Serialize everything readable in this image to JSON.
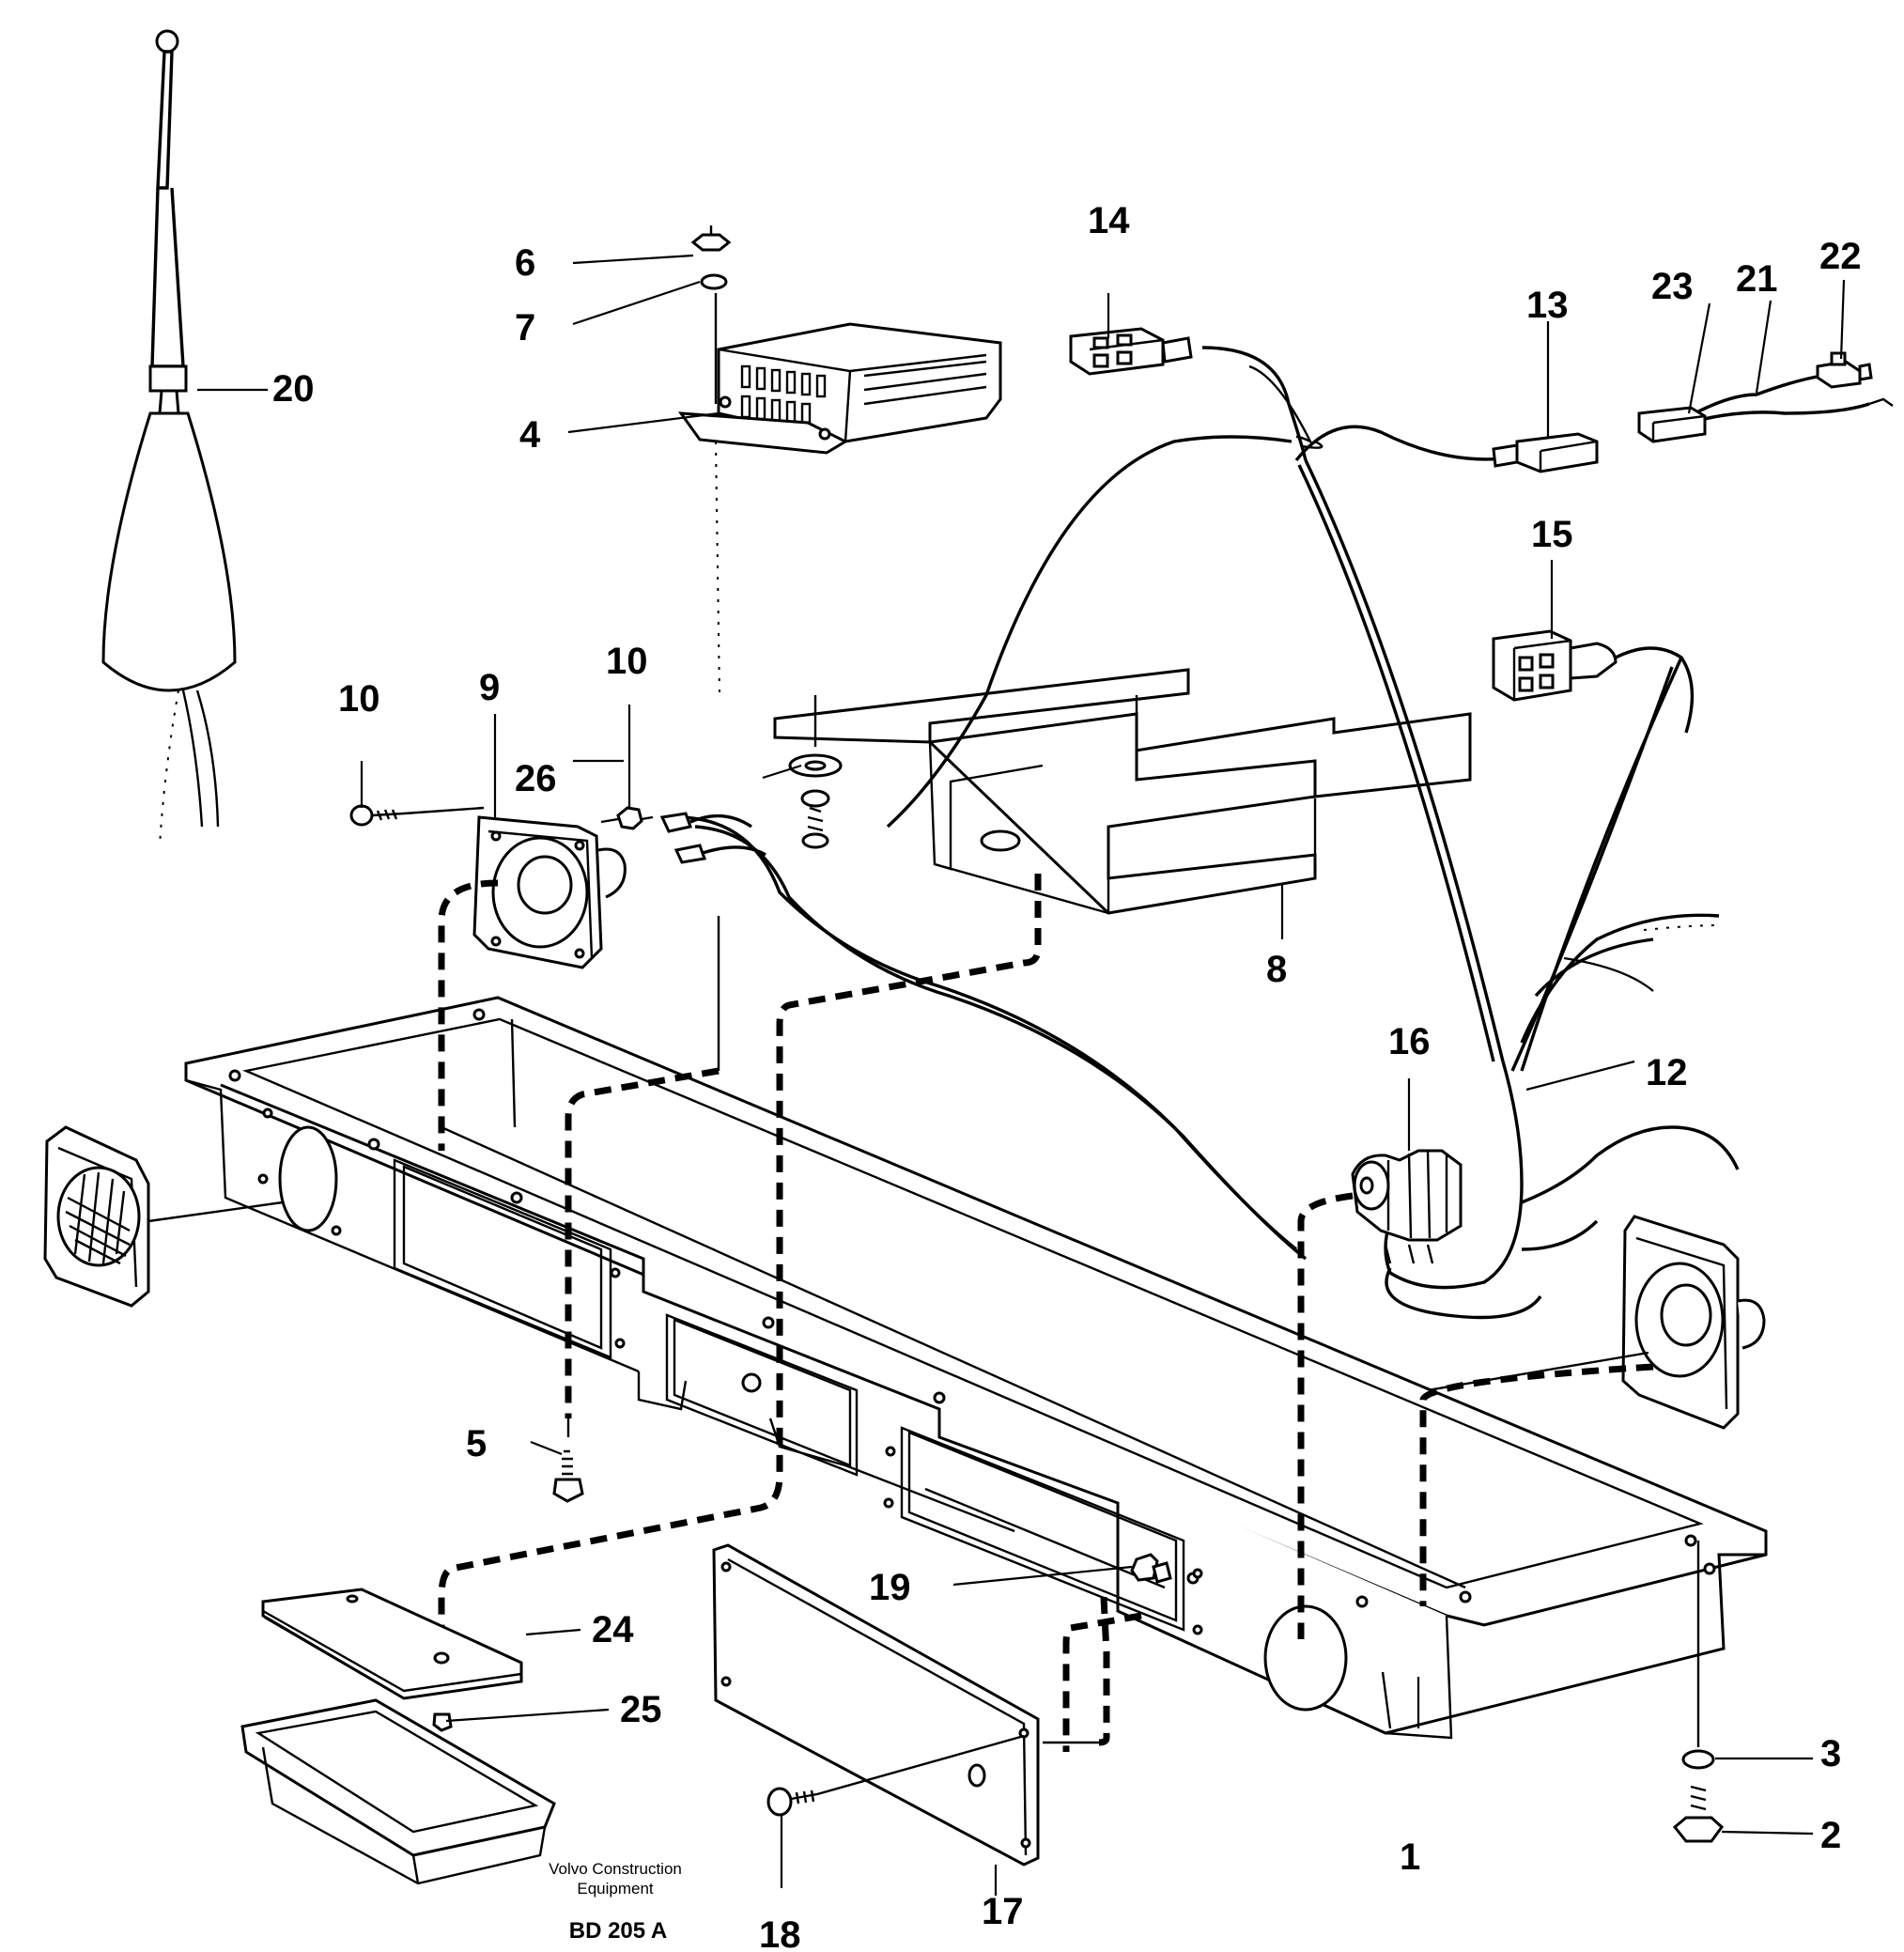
{
  "diagram": {
    "labels": [
      {
        "id": "l1",
        "text": "1"
      },
      {
        "id": "l2",
        "text": "2"
      },
      {
        "id": "l3",
        "text": "3"
      },
      {
        "id": "l4",
        "text": "4"
      },
      {
        "id": "l5",
        "text": "5"
      },
      {
        "id": "l6",
        "text": "6"
      },
      {
        "id": "l7",
        "text": "7"
      },
      {
        "id": "l8",
        "text": "8"
      },
      {
        "id": "l9",
        "text": "9"
      },
      {
        "id": "l10a",
        "text": "10"
      },
      {
        "id": "l10b",
        "text": "10"
      },
      {
        "id": "l12",
        "text": "12"
      },
      {
        "id": "l13",
        "text": "13"
      },
      {
        "id": "l14",
        "text": "14"
      },
      {
        "id": "l15",
        "text": "15"
      },
      {
        "id": "l16",
        "text": "16"
      },
      {
        "id": "l17",
        "text": "17"
      },
      {
        "id": "l18",
        "text": "18"
      },
      {
        "id": "l19",
        "text": "19"
      },
      {
        "id": "l20",
        "text": "20"
      },
      {
        "id": "l21",
        "text": "21"
      },
      {
        "id": "l22",
        "text": "22"
      },
      {
        "id": "l23",
        "text": "23"
      },
      {
        "id": "l24",
        "text": "24"
      },
      {
        "id": "l25",
        "text": "25"
      },
      {
        "id": "l26",
        "text": "26"
      }
    ],
    "caption_line1": "Volvo Construction",
    "caption_line2": "Equipment",
    "drawing_code": "BD 205 A"
  }
}
